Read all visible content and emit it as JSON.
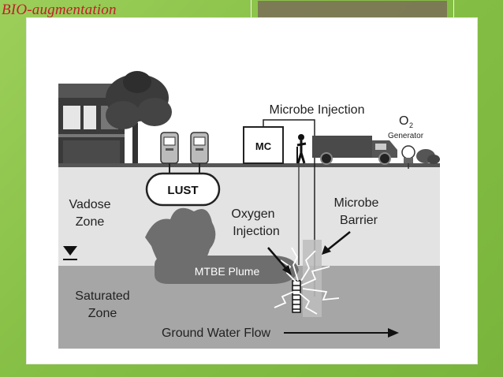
{
  "slide": {
    "title": "BIO-augmentation"
  },
  "diagram": {
    "labels": {
      "microbe_injection": "Microbe Injection",
      "o2": "O",
      "o2_sub": "2",
      "generator": "Generator",
      "mc": "MC",
      "lust": "LUST",
      "vadose_1": "Vadose",
      "vadose_2": "Zone",
      "oxygen_1": "Oxygen",
      "oxygen_2": "Injection",
      "microbe_barrier_1": "Microbe",
      "microbe_barrier_2": "Barrier",
      "mtbe_plume": "MTBE Plume",
      "saturated_1": "Saturated",
      "saturated_2": "Zone",
      "ground_water_flow": "Ground Water Flow"
    }
  }
}
